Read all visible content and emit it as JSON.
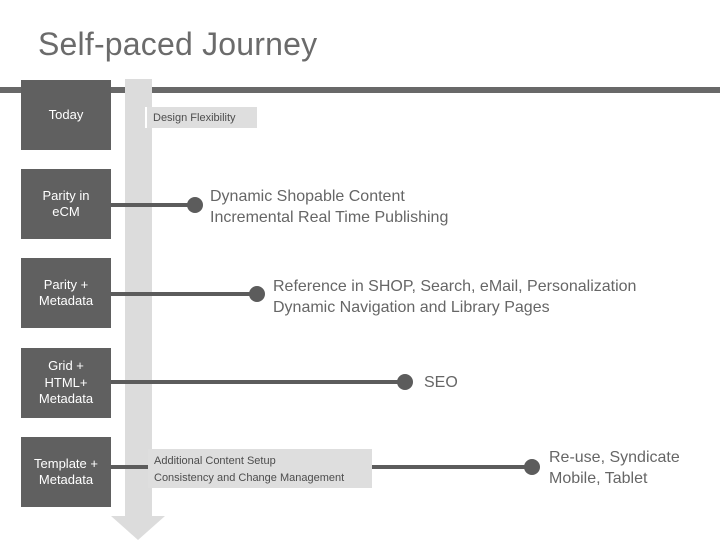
{
  "title": "Self-paced Journey",
  "stages": [
    {
      "lines": [
        "Today"
      ]
    },
    {
      "lines": [
        "Parity in",
        "eCM"
      ]
    },
    {
      "lines": [
        "Parity +",
        "Metadata"
      ]
    },
    {
      "lines": [
        "Grid +",
        "HTML+",
        "Metadata"
      ]
    },
    {
      "lines": [
        "Template +",
        "Metadata"
      ]
    }
  ],
  "callouts": {
    "design_flexibility": "Design Flexibility",
    "additional_content_setup": "Additional Content Setup",
    "consistency_change_mgmt": "Consistency and Change Management"
  },
  "outcomes": {
    "parity_ecm": [
      "Dynamic Shopable Content",
      "Incremental Real Time Publishing"
    ],
    "parity_metadata": [
      "Reference in SHOP, Search, eMail, Personalization",
      "Dynamic Navigation and Library Pages"
    ],
    "grid_html": [
      "SEO"
    ],
    "template": [
      "Re-use, Syndicate",
      "Mobile, Tablet"
    ]
  }
}
